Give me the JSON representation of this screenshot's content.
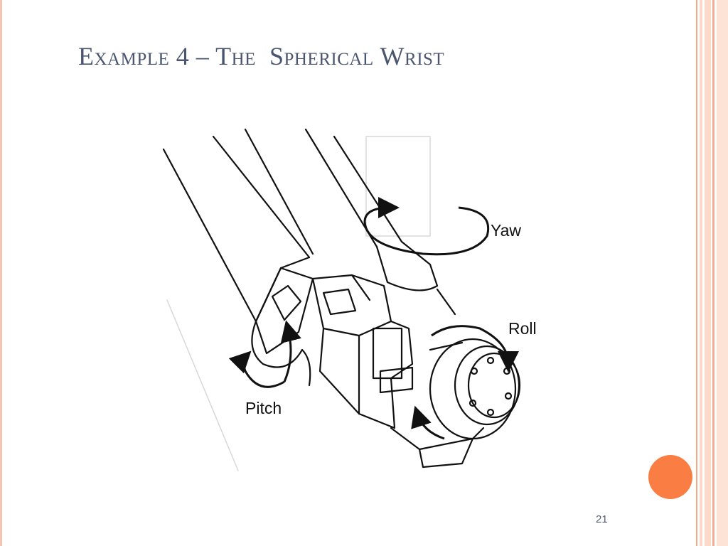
{
  "slide": {
    "title": "Example 4 – The  Spherical Wrist",
    "page_number": "21"
  },
  "figure": {
    "labels": {
      "yaw": "Yaw",
      "roll": "Roll",
      "pitch": "Pitch"
    }
  },
  "colors": {
    "title": "#4a5570",
    "accent_orange": "#fa7d43",
    "stripe_light": "#fde3d6",
    "stripe_dark": "#f3a889"
  },
  "icons": {
    "decorative_dot": "orange-circle-icon"
  }
}
